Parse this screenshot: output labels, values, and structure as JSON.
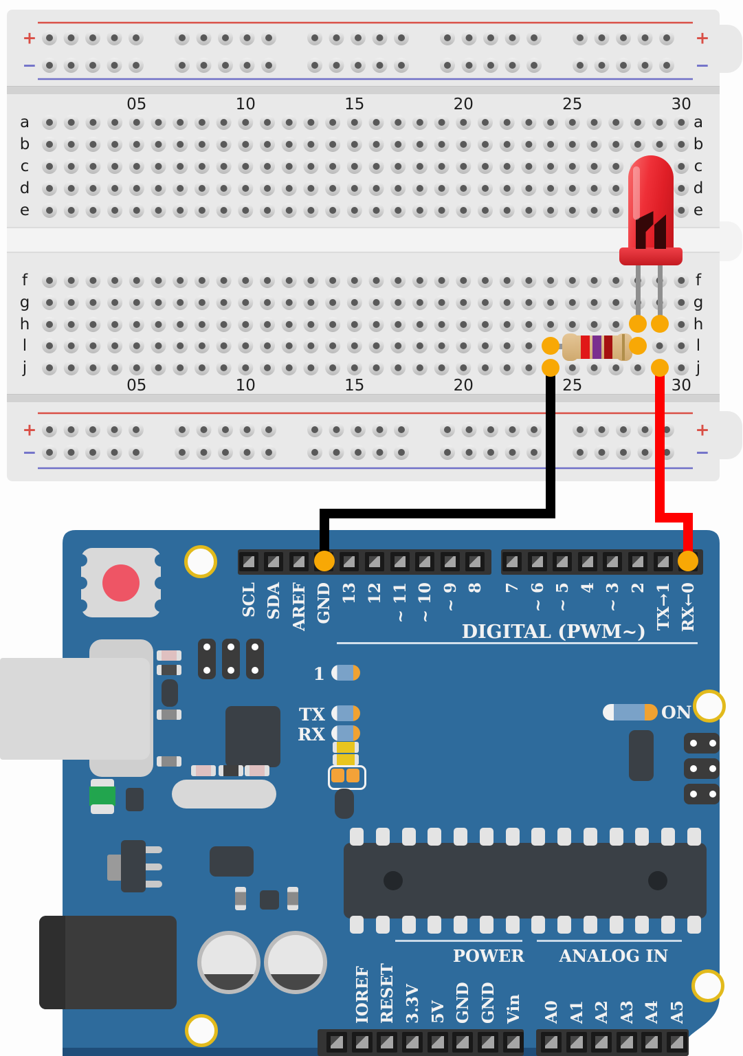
{
  "breadboard": {
    "column_numbers": [
      "05",
      "10",
      "15",
      "20",
      "25",
      "30"
    ],
    "rows_top": [
      "a",
      "b",
      "c",
      "d",
      "e"
    ],
    "rows_bottom": [
      "f",
      "g",
      "h",
      "l",
      "j"
    ],
    "rail_plus": "+",
    "rail_minus": "−",
    "colors": {
      "body": "#e9e9e9",
      "rail_red": "#d94f46",
      "rail_blue": "#7070c8",
      "hole": "#595959"
    }
  },
  "components": {
    "led": {
      "type": "red-led",
      "color": "#e8262e"
    },
    "resistor": {
      "type": "resistor",
      "body": "#d9b785",
      "bands": [
        "#e01818",
        "#7a2f8f",
        "#a51010",
        "#b08e4a"
      ]
    },
    "wires": [
      {
        "id": "gnd-wire",
        "color": "#000000",
        "from": "breadboard j24",
        "to": "GND"
      },
      {
        "id": "signal-wire",
        "color": "#ff0000",
        "from": "breadboard j29",
        "to": "RX←0"
      }
    ],
    "junction_color": "#f8a805"
  },
  "arduino": {
    "board_color": "#2e6b9c",
    "digital_left": [
      "SCL",
      "SDA",
      "AREF",
      "GND",
      "13",
      "12",
      "~ 11",
      "~ 10",
      "~ 9",
      "8"
    ],
    "digital_right": [
      "7",
      "~ 6",
      "~ 5",
      "4",
      "~ 3",
      "2",
      "TX→1",
      "RX←0"
    ],
    "digital_caption": "DIGITAL (PWM~)",
    "power_caption": "POWER",
    "analog_caption": "ANALOG IN",
    "power_pins": [
      "IOREF",
      "RESET",
      "3.3V",
      "5V",
      "GND",
      "GND",
      "Vin"
    ],
    "analog_pins": [
      "A0",
      "A1",
      "A2",
      "A3",
      "A4",
      "A5"
    ],
    "indicator_1": "1",
    "indicator_tx": "TX",
    "indicator_rx": "RX",
    "indicator_on": "ON"
  }
}
